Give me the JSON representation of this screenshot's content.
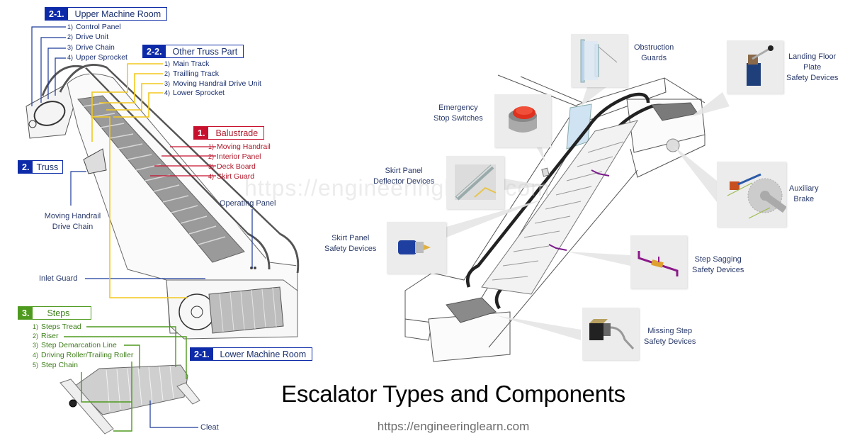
{
  "title": "Escalator Types and Components",
  "url": "https://engineeringlearn.com",
  "watermark": "https://engineeringlearn.com",
  "colors": {
    "blue": "#0d2ba8",
    "red": "#c8102e",
    "green": "#4e9a1f",
    "yellow": "#f2c81e",
    "label_text": "#2a3a6a",
    "callout_bg": "#ececec"
  },
  "left_diagram": {
    "upper_machine_room": {
      "number": "2-1.",
      "title": "Upper Machine Room",
      "items": [
        {
          "n": "1)",
          "label": "Control Panel"
        },
        {
          "n": "2)",
          "label": "Drive Unit"
        },
        {
          "n": "3)",
          "label": "Drive Chain"
        },
        {
          "n": "4)",
          "label": "Upper Sprocket"
        }
      ]
    },
    "other_truss_part": {
      "number": "2-2.",
      "title": "Other Truss Part",
      "items": [
        {
          "n": "1)",
          "label": "Main Track"
        },
        {
          "n": "2)",
          "label": "Trailling Track"
        },
        {
          "n": "3)",
          "label": "Moving Handrail Drive Unit"
        },
        {
          "n": "4)",
          "label": "Lower Sprocket"
        }
      ]
    },
    "balustrade": {
      "number": "1.",
      "title": "Balustrade",
      "items": [
        {
          "n": "1)",
          "label": "Moving Handrail"
        },
        {
          "n": "2)",
          "label": "Interior Panel"
        },
        {
          "n": "3)",
          "label": "Deck Board"
        },
        {
          "n": "4)",
          "label": "Skirt Guard"
        }
      ]
    },
    "truss": {
      "number": "2.",
      "title": "Truss"
    },
    "steps": {
      "number": "3.",
      "title": "Steps",
      "items": [
        {
          "n": "1)",
          "label": "Steps Tread"
        },
        {
          "n": "2)",
          "label": "Riser"
        },
        {
          "n": "3)",
          "label": "Step Demarcation Line"
        },
        {
          "n": "4)",
          "label": "Driving Roller/Trailing Roller"
        },
        {
          "n": "5)",
          "label": "Step Chain"
        }
      ]
    },
    "lower_machine_room": {
      "number": "2-1.",
      "title": "Lower Machine Room"
    },
    "labels": {
      "moving_handrail_drive_chain": [
        "Moving Handrail",
        "Drive Chain"
      ],
      "operating_panel": "Operating Panel",
      "inlet_guard": "Inlet Guard",
      "cleat": "Cleat"
    }
  },
  "right_diagram": {
    "callouts": [
      {
        "id": "obstruction-guards",
        "lines": [
          "Obstruction",
          "Guards"
        ]
      },
      {
        "id": "landing-floor-plate",
        "lines": [
          "Landing Floor",
          "Plate",
          "Safety Devices"
        ]
      },
      {
        "id": "emergency-stop",
        "lines": [
          "Emergency",
          "Stop Switches"
        ]
      },
      {
        "id": "skirt-panel-deflector",
        "lines": [
          "Skirt Panel",
          "Deflector Devices"
        ]
      },
      {
        "id": "auxiliary-brake",
        "lines": [
          "Auxiliary",
          "Brake"
        ]
      },
      {
        "id": "skirt-panel-safety",
        "lines": [
          "Skirt Panel",
          "Safety Devices"
        ]
      },
      {
        "id": "step-sagging",
        "lines": [
          "Step Sagging",
          "Safety Devices"
        ]
      },
      {
        "id": "missing-step",
        "lines": [
          "Missing Step",
          "Safety Devices"
        ]
      }
    ]
  }
}
